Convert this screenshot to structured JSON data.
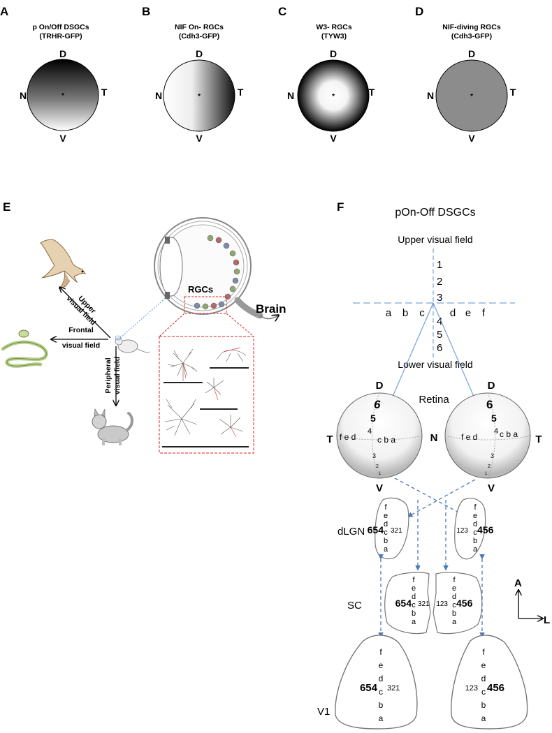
{
  "colors": {
    "arrow_blue": "#4a78b8",
    "guide_blue": "#5b8fd0",
    "rgc_box_red": "#e02020",
    "disc_gray": "#8c8c8c"
  },
  "top_panels": [
    {
      "label": "A",
      "title_line1": "p On/Off DSGCs",
      "title_line2": "(TRHR-GFP)",
      "gradient": "dorsal-dark",
      "orient": {
        "d": "D",
        "v": "V",
        "n": "N",
        "t": "T"
      },
      "center": "*"
    },
    {
      "label": "B",
      "title_line1": "NIF On- RGCs",
      "title_line2": "(Cdh3-GFP)",
      "gradient": "temporal-dark",
      "orient": {
        "d": "D",
        "v": "V",
        "n": "N",
        "t": "T"
      },
      "center": "*"
    },
    {
      "label": "C",
      "title_line1": "W3- RGCs",
      "title_line2": "(TYW3)",
      "gradient": "center-light",
      "orient": {
        "d": "D",
        "v": "V",
        "n": "N",
        "t": "T"
      },
      "center": "*"
    },
    {
      "label": "D",
      "title_line1": "NIF-diving RGCs",
      "title_line2": "(Cdh3-GFP)",
      "gradient": "uniform-gray",
      "orient": {
        "d": "D",
        "v": "V",
        "n": "N",
        "t": "T"
      },
      "center": "*"
    }
  ],
  "panel_e": {
    "label": "E",
    "upper_field_l1": "Upper",
    "upper_field_l2": "visual field",
    "frontal_field_l1": "Frontal",
    "frontal_field_l2": "visual field",
    "peripheral_field_l1": "Peripheral",
    "peripheral_field_l2": "visual field",
    "rgcs": "RGCs",
    "brain": "Brain",
    "icons": [
      "hawk-icon",
      "snake-icon",
      "cat-icon",
      "mouse-icon",
      "eye-icon"
    ]
  },
  "panel_f": {
    "label": "F",
    "title": "pOn-Off DSGCs",
    "upper": "Upper visual field",
    "lower": "Lower visual field",
    "upper_numbers": [
      "1",
      "2",
      "3"
    ],
    "lower_numbers": [
      "4",
      "5",
      "6"
    ],
    "letters_left": [
      "a",
      "b",
      "c"
    ],
    "letters_right": [
      "d",
      "e",
      "f"
    ],
    "retina": "Retina",
    "left_eye": {
      "d": "D",
      "v": "V",
      "t": "T",
      "nums_top": [
        "6",
        "5",
        "4"
      ],
      "letters": "f e d",
      "letters2": "c b a",
      "nums_bottom": [
        "3",
        "2",
        "1"
      ]
    },
    "right_eye": {
      "d": "D",
      "v": "V",
      "t": "T",
      "nums_top": [
        "6",
        "5",
        "4"
      ],
      "letters": "f e d",
      "letters2": "c b a",
      "nums_bottom": [
        "3",
        "2",
        "1"
      ]
    },
    "n_label": "N",
    "dlgn": "dLGN",
    "sc": "SC",
    "v1": "V1",
    "letters_vertical": [
      "f",
      "e",
      "d",
      "c",
      "b",
      "a"
    ],
    "left_row": "654",
    "left_row_small": "321",
    "right_row_small": "123",
    "right_row": "456",
    "axis_a": "A",
    "axis_l": "L"
  }
}
